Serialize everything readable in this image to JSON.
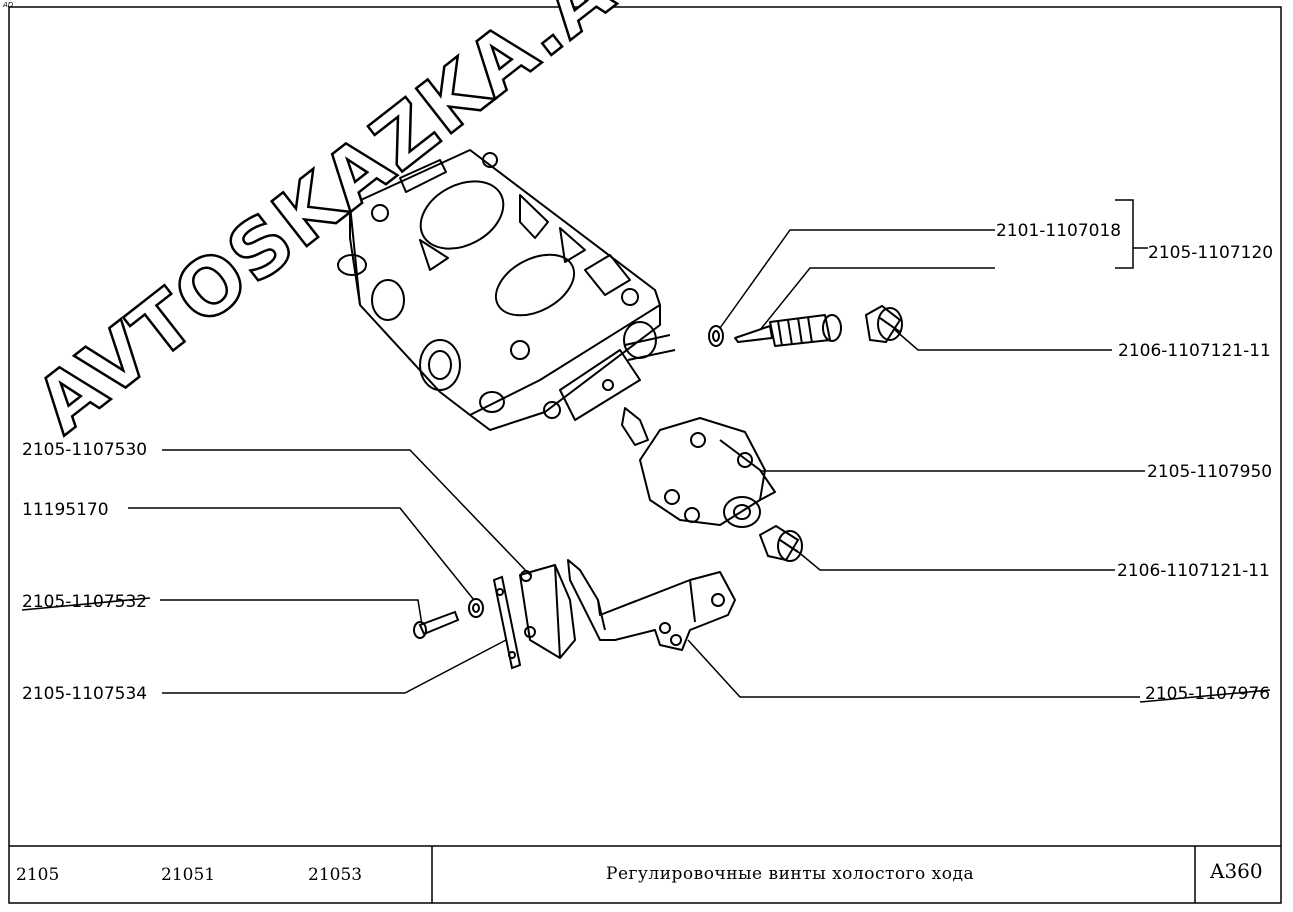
{
  "sheet": {
    "corner_mark": "AD",
    "title": "Регулировочные винты холостого хода",
    "models": [
      "2105",
      "21051",
      "21053"
    ],
    "sheet_id": "A360"
  },
  "callouts": {
    "p1": "2101-1107018",
    "p2": "2105-1107120",
    "p3": "2106-1107121-11",
    "p4": "2105-1107950",
    "p5": "2106-1107121-11",
    "p6": "2105-1107530",
    "p7": "11195170",
    "p8": "2105-1107532",
    "p9": "2105-1107534",
    "p10": "2105-1107976"
  },
  "watermark": "AVTOSKAZKA.ACAT.ONLINE"
}
